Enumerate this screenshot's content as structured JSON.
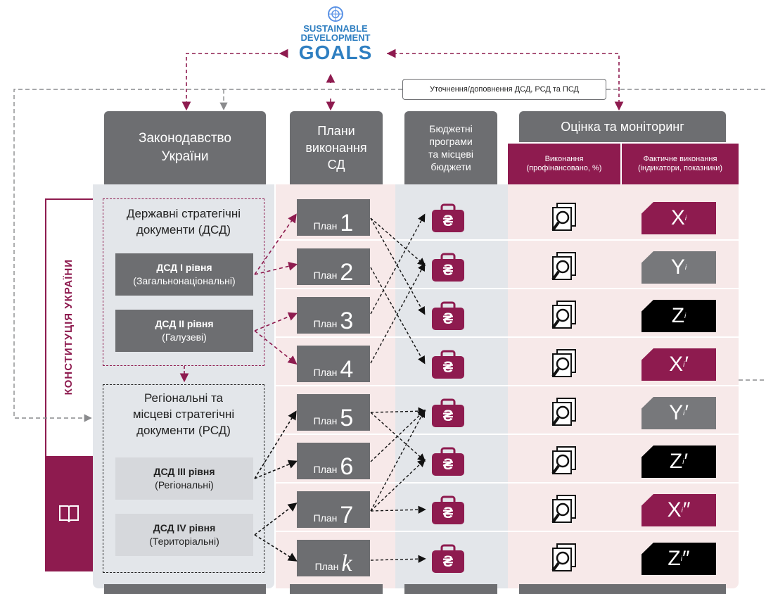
{
  "sdg": {
    "line1": "SUSTAINABLE",
    "line2": "DEVELOPMENT",
    "line3": "GOALS"
  },
  "clarify_label": "Уточнення/доповнення ДСД, РСД та ПСД",
  "columns": {
    "legislation": [
      "Законодавство",
      "України"
    ],
    "plans": [
      "Плани",
      "виконання",
      "СД"
    ],
    "budget": [
      "Бюджетні",
      "програми",
      "та місцеві",
      "бюджети"
    ],
    "evaluation": "Оцінка та моніторинг",
    "execution": [
      "Виконання",
      "(профінансовано, %)"
    ],
    "actual": [
      "Фактичне виконання",
      "(індикатори, показники)"
    ]
  },
  "constitution_label": "КОНСТИТУЦІЯ УКРАЇНИ",
  "state_docs": {
    "title": [
      "Державні стратегічні",
      "документи (ДСД)"
    ],
    "level1": {
      "name": "ДСД І рівня",
      "desc": "(Загальнонаціональні)"
    },
    "level2": {
      "name": "ДСД ІІ рівня",
      "desc": "(Галузеві)"
    }
  },
  "regional_docs": {
    "title": [
      "Регіональні та",
      "місцеві стратегічні",
      "документи (РСД)"
    ],
    "level3": {
      "name": "ДСД ІІІ рівня",
      "desc": "(Регіональні)"
    },
    "level4": {
      "name": "ДСД IV рівня",
      "desc": "(Територіальні)"
    }
  },
  "plan_word": "План",
  "plans": [
    "1",
    "2",
    "3",
    "4",
    "5",
    "6",
    "7",
    "k"
  ],
  "budget_symbol": "₴",
  "indicators": [
    {
      "letter": "X",
      "prime": "",
      "color": "#8e1b4f"
    },
    {
      "letter": "Y",
      "prime": "",
      "color": "#77787b"
    },
    {
      "letter": "Z",
      "prime": "",
      "color": "#000000"
    },
    {
      "letter": "X",
      "prime": "′",
      "color": "#8e1b4f"
    },
    {
      "letter": "Y",
      "prime": "′",
      "color": "#77787b"
    },
    {
      "letter": "Z",
      "prime": "′",
      "color": "#000000"
    },
    {
      "letter": "X",
      "prime": "″",
      "color": "#8e1b4f"
    },
    {
      "letter": "Z",
      "prime": "″",
      "color": "#000000"
    }
  ],
  "indicator_sub": "i",
  "colors": {
    "accent": "#8e1b4f",
    "gray": "#6d6e71",
    "panel_gray": "#e3e6ea",
    "panel_pink": "#f7e9e9"
  }
}
